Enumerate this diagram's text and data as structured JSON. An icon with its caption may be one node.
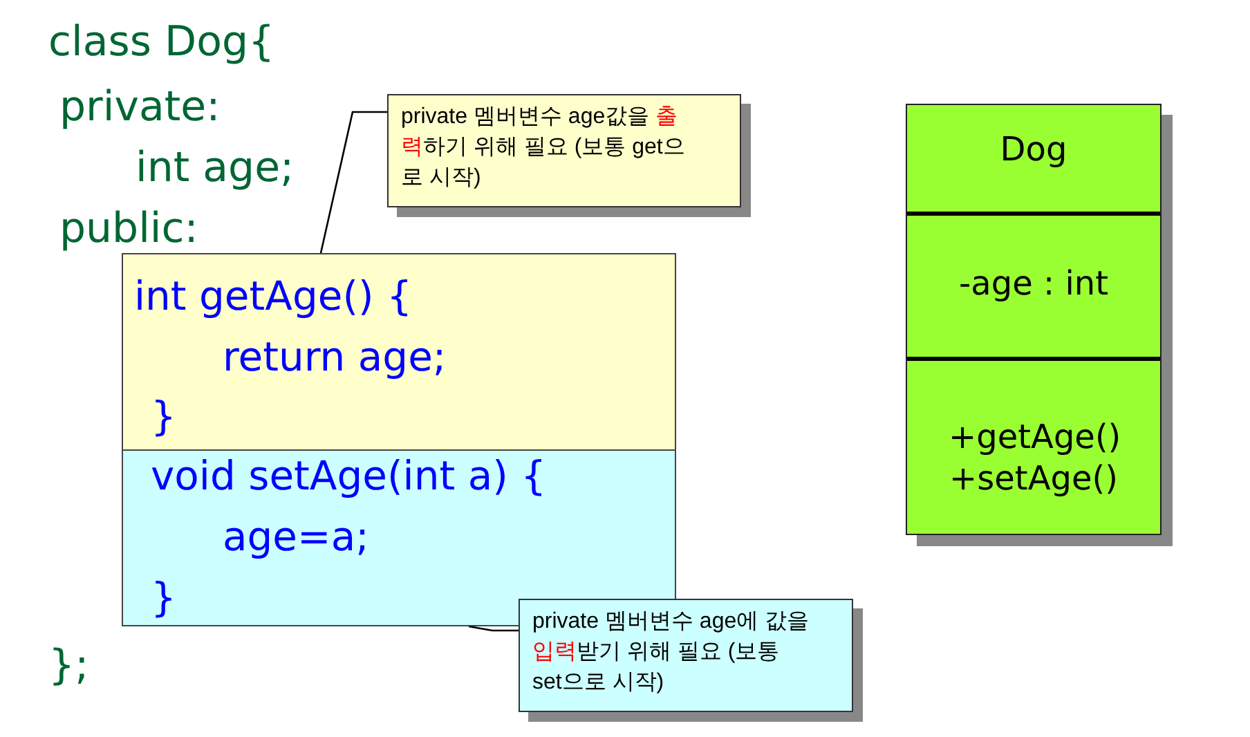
{
  "diagram": {
    "nodes": [
      {
        "text": [
          "int getAge() {",
          "return age;",
          "}"
        ]
      },
      {
        "text": [
          "void setAge(int a) {",
          "age=a;",
          "}"
        ]
      },
      {
        "text": [
          "private 멤버변수 age값을 **출력**하기 위해 필요 (보통 get으로 시작)"
        ]
      },
      {
        "text": [
          "private 멤버변수 age에 값을 **입력**받기 위해 필요 (보통 set으로 시작)"
        ]
      },
      {
        "text": [
          "Dog",
          "-age : int",
          "+getAge() +setAge()"
        ]
      }
    ],
    "edges": [
      {
        "from": 2,
        "to": 0,
        "arrow": "none"
      },
      {
        "from": 3,
        "to": 1,
        "arrow": "none"
      }
    ],
    "labels": [
      "class Dog{",
      "private:",
      "int age;",
      "public:",
      "};"
    ]
  }
}
